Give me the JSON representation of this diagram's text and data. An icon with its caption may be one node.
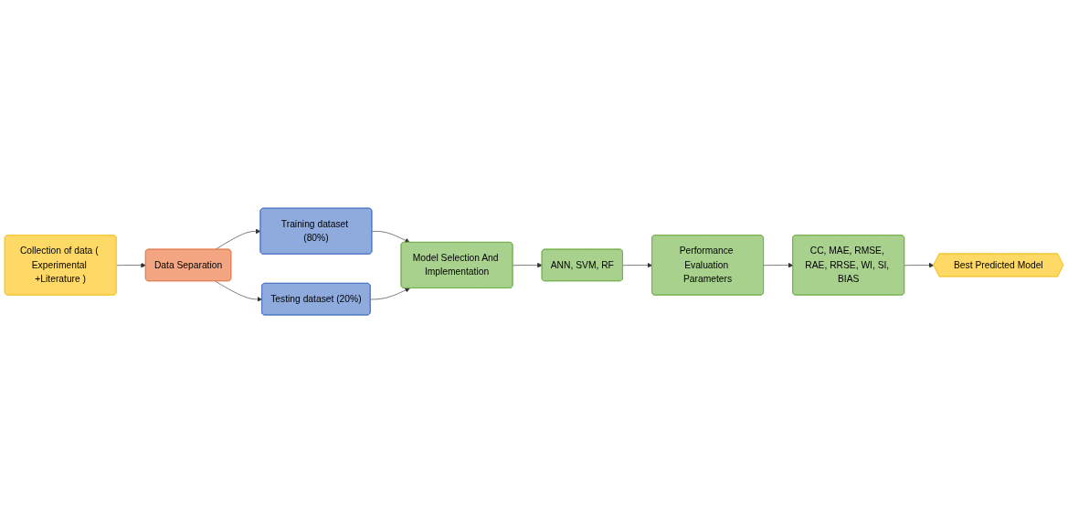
{
  "diagram": {
    "nodes": [
      {
        "text": [
          "Collection of data ( Experimental +Literature )"
        ]
      },
      {
        "text": [
          "Data Separation"
        ]
      },
      {
        "text": [
          "Training dataset (80%)"
        ]
      },
      {
        "text": [
          "Testing dataset (20%)"
        ]
      },
      {
        "text": [
          "Model Selection And Implementation"
        ]
      },
      {
        "text": [
          "ANN, SVM, RF"
        ]
      },
      {
        "text": [
          "Performance Evaluation Parameters"
        ]
      },
      {
        "text": [
          "CC, MAE, RMSE, RAE, RRSE, WI, SI, BIAS"
        ]
      },
      {
        "text": [
          "Best Predicted Model"
        ]
      }
    ],
    "edges": [
      {
        "from": 0,
        "to": 1,
        "arrow": "to"
      },
      {
        "from": 1,
        "to": 2,
        "arrow": "to"
      },
      {
        "from": 1,
        "to": 3,
        "arrow": "to"
      },
      {
        "from": 2,
        "to": 4,
        "arrow": "to"
      },
      {
        "from": 3,
        "to": 4,
        "arrow": "to"
      },
      {
        "from": 4,
        "to": 5,
        "arrow": "to"
      },
      {
        "from": 5,
        "to": 6,
        "arrow": "to"
      },
      {
        "from": 6,
        "to": 7,
        "arrow": "to"
      },
      {
        "from": 7,
        "to": 8,
        "arrow": "to"
      }
    ]
  }
}
